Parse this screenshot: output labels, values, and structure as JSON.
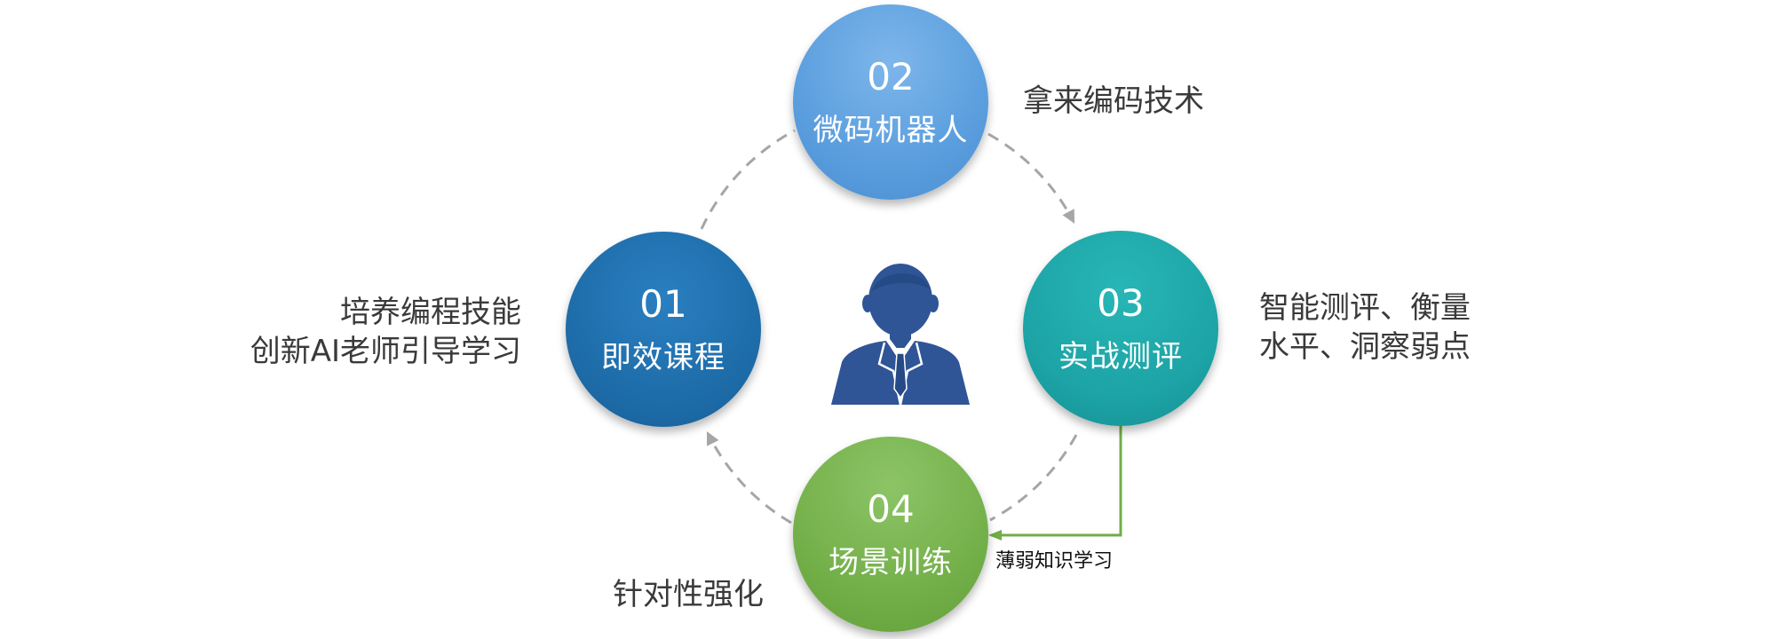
{
  "nodes": [
    {
      "num": "01",
      "label": "即效课程"
    },
    {
      "num": "02",
      "label": "微码机器人"
    },
    {
      "num": "03",
      "label": "实战测评"
    },
    {
      "num": "04",
      "label": "场景训练"
    }
  ],
  "notes": {
    "n01": [
      "培养编程技能",
      "创新AI老师引导学习"
    ],
    "n02": "拿来编码技术",
    "n03": [
      "智能测评、衡量",
      "水平、洞察弱点"
    ],
    "n04": "针对性强化"
  },
  "feedback_label": "薄弱知识学习",
  "center_icon": "business-person-icon",
  "colors": {
    "node_01": "#1c6aa6",
    "node_02": "#5a9ede",
    "node_03": "#1ca3a5",
    "node_04": "#74b04a",
    "cycle_arrow": "#a6a6a6",
    "feedback_arrow": "#70ad47",
    "person": "#2f5597",
    "note_text": "#3a3a3a"
  }
}
